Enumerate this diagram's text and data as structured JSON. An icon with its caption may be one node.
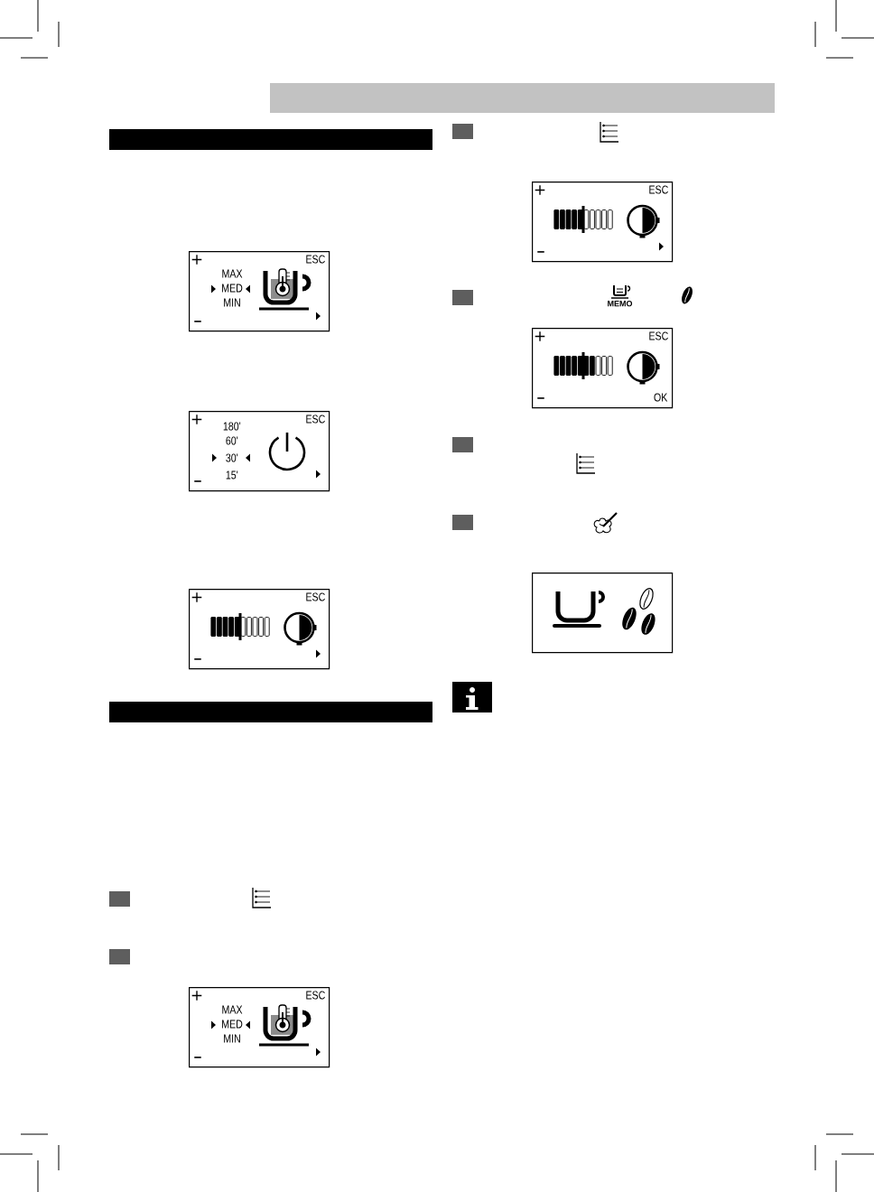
{
  "diagram": {
    "nodes": [
      {
        "text": [
          "+",
          "ESC",
          "MAX",
          "MED",
          "MIN",
          "−"
        ]
      },
      {
        "text": [
          "+",
          "ESC",
          "180'",
          "60'",
          "30'",
          "15'",
          "−"
        ]
      },
      {
        "text": [
          "+",
          "ESC",
          "−"
        ]
      },
      {
        "text": [
          "+",
          "ESC",
          "MAX",
          "MED",
          "MIN",
          "−"
        ]
      },
      {
        "text": [
          "+",
          "ESC",
          "−"
        ]
      },
      {
        "text": [
          "+",
          "ESC",
          "−",
          "OK"
        ]
      },
      {
        "text": [],
        "shape": "box"
      }
    ],
    "labels": [
      "MEMO"
    ]
  }
}
